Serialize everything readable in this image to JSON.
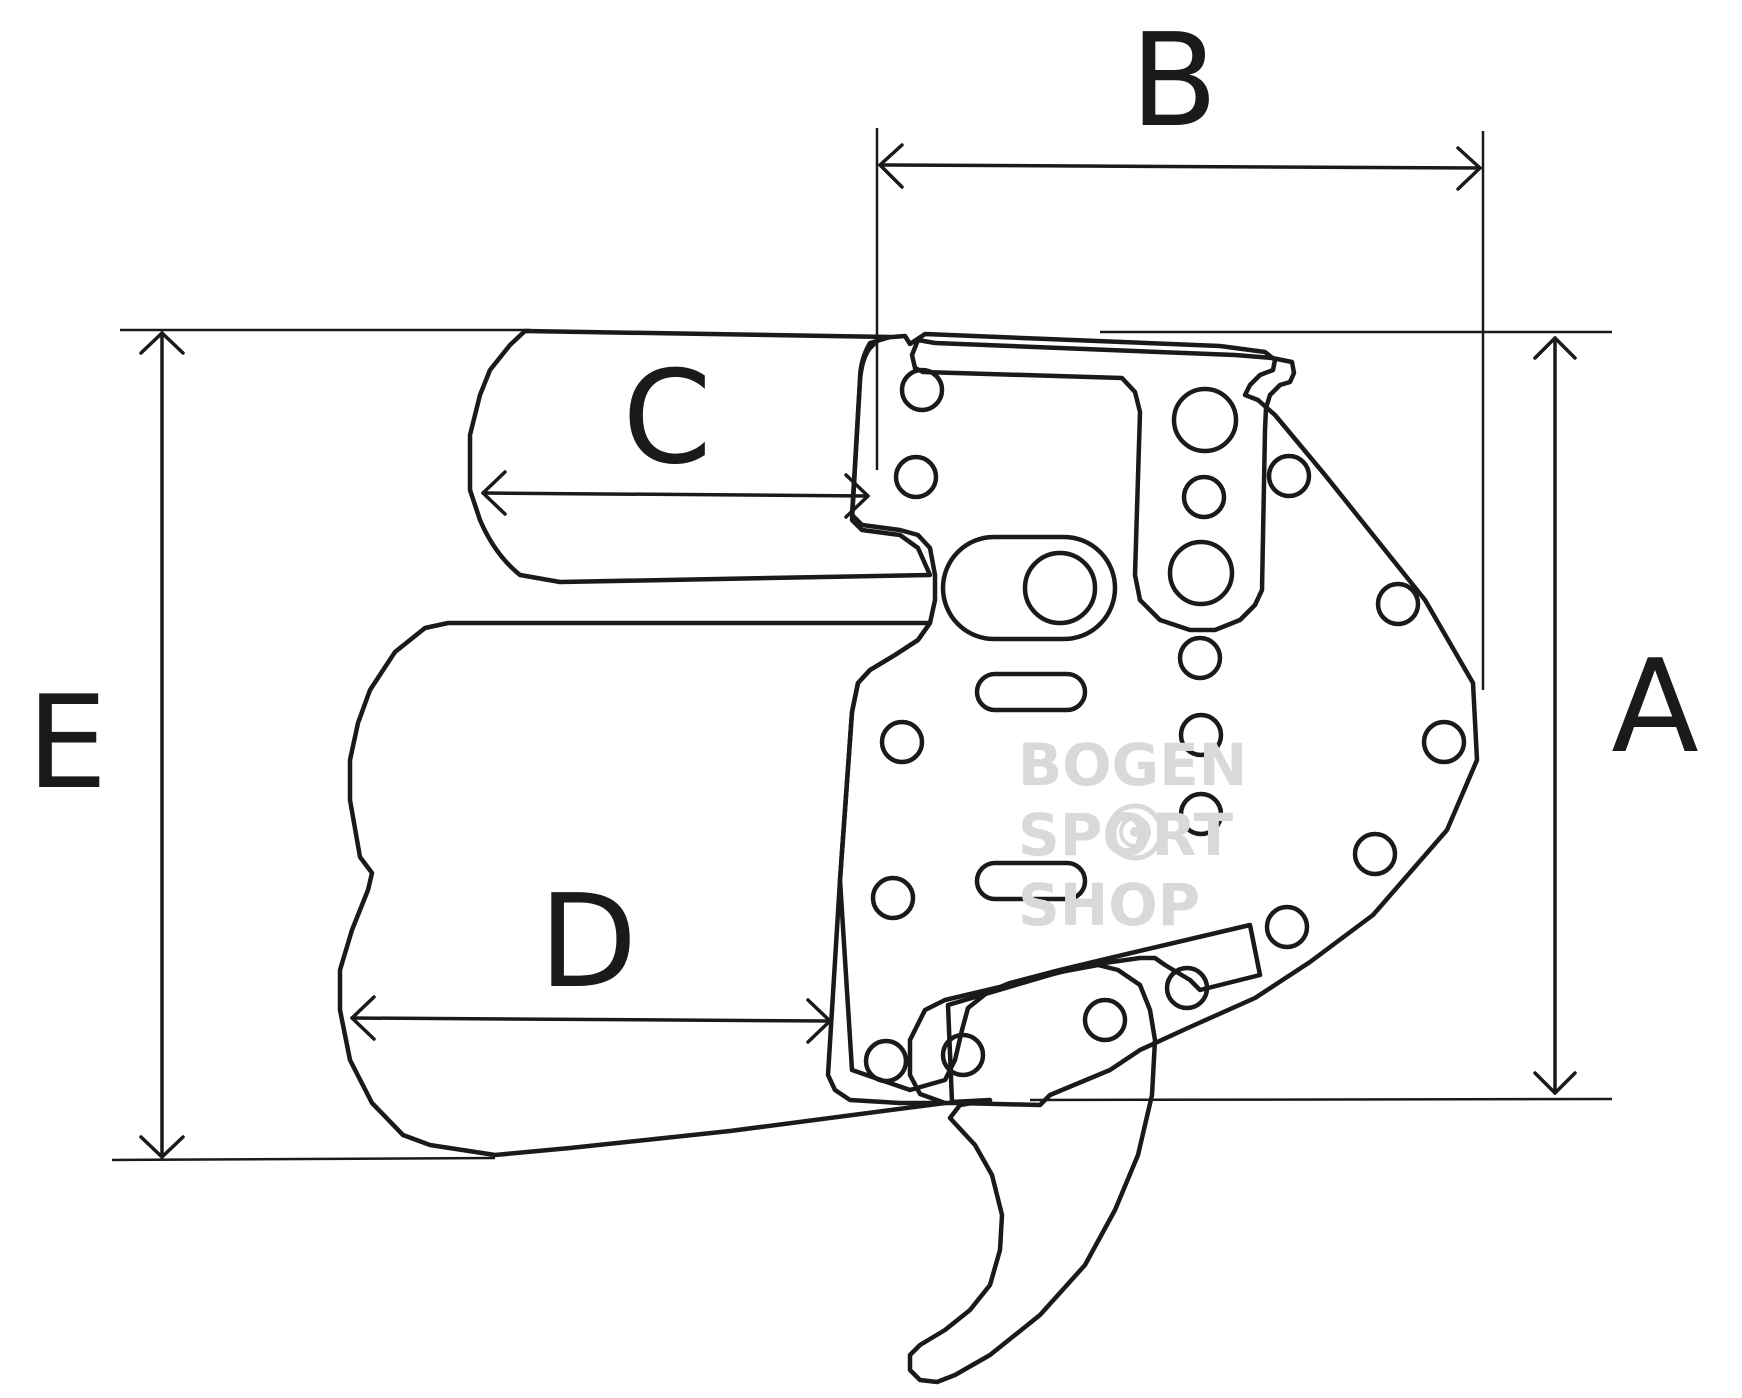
{
  "diagram": {
    "dimension_labels": {
      "A": "A",
      "B": "B",
      "C": "C",
      "D": "D",
      "E": "E"
    },
    "watermark": {
      "lines": [
        "BOGEN",
        "SPORT",
        "SHOP"
      ]
    },
    "colors": {
      "line": "#1a1a1a",
      "watermark": "#d9d9d9",
      "background": "#ffffff"
    }
  }
}
